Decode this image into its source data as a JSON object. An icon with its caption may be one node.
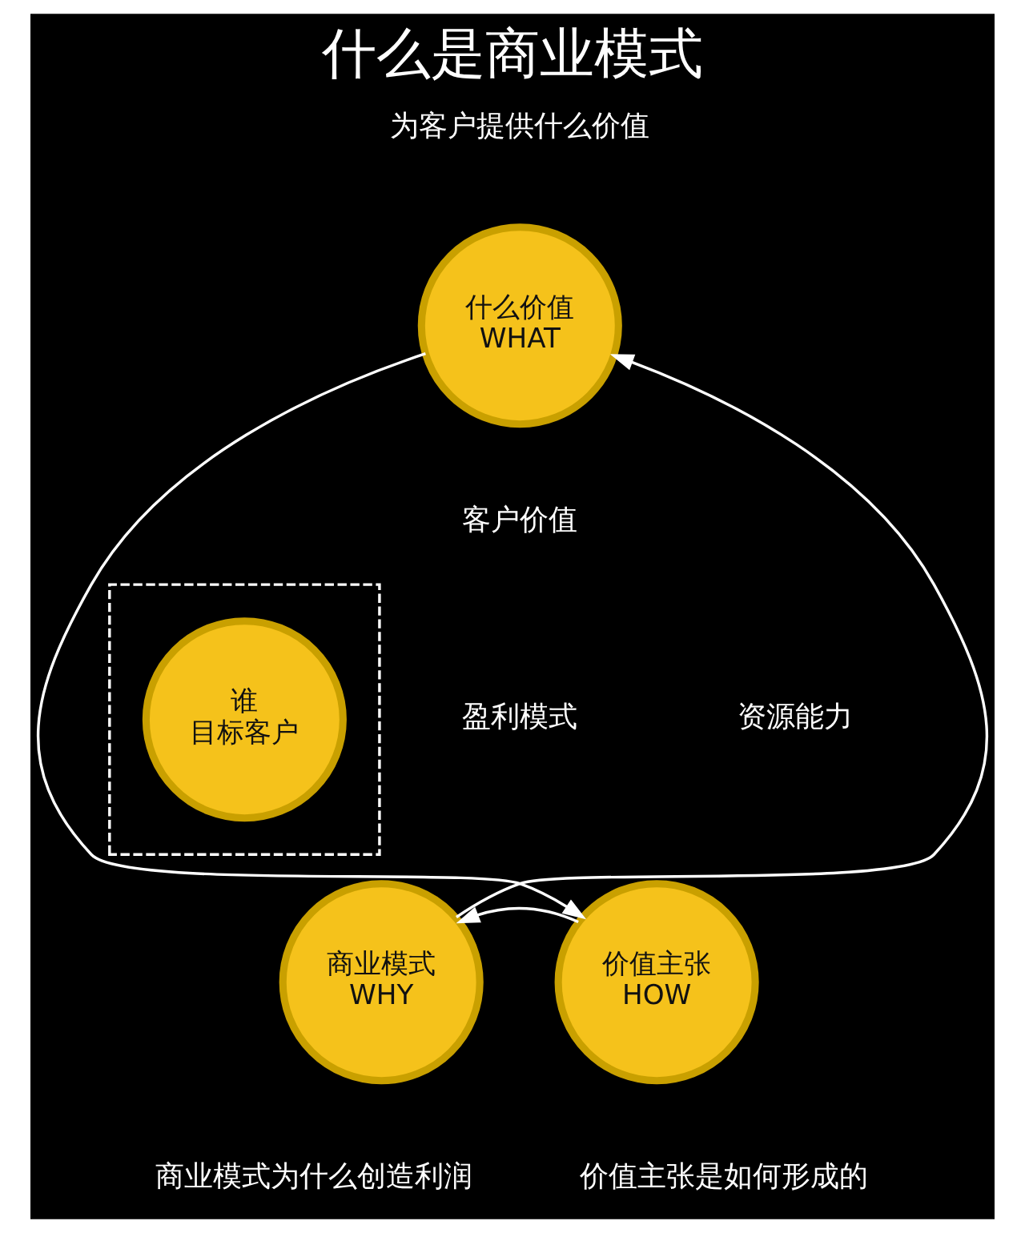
{
  "diagram": {
    "title": "什么是商业模式",
    "nodes": [
      {
        "text": [
          "什么价值",
          "WHAT"
        ],
        "beside": [
          "为客户提供什么价值"
        ]
      },
      {
        "text": [],
        "shape": "triangle"
      },
      {
        "text": [
          "谁",
          "目标客户"
        ],
        "in": 1
      },
      {
        "text": [
          "商业模式",
          "WHY"
        ],
        "beside": [
          "商业模式为什么创造利润"
        ]
      },
      {
        "text": [
          "价值主张",
          "HOW"
        ],
        "beside": [
          "价值主张是如何形成的"
        ]
      }
    ],
    "edges": [
      {
        "from": 3,
        "to": 0,
        "arrow": "to"
      },
      {
        "from": 0,
        "to": 4,
        "arrow": "to"
      },
      {
        "from": 4,
        "to": 3,
        "arrow": "to"
      }
    ],
    "labels": [
      "客户价值",
      "盈利模式",
      "资源能力"
    ]
  }
}
